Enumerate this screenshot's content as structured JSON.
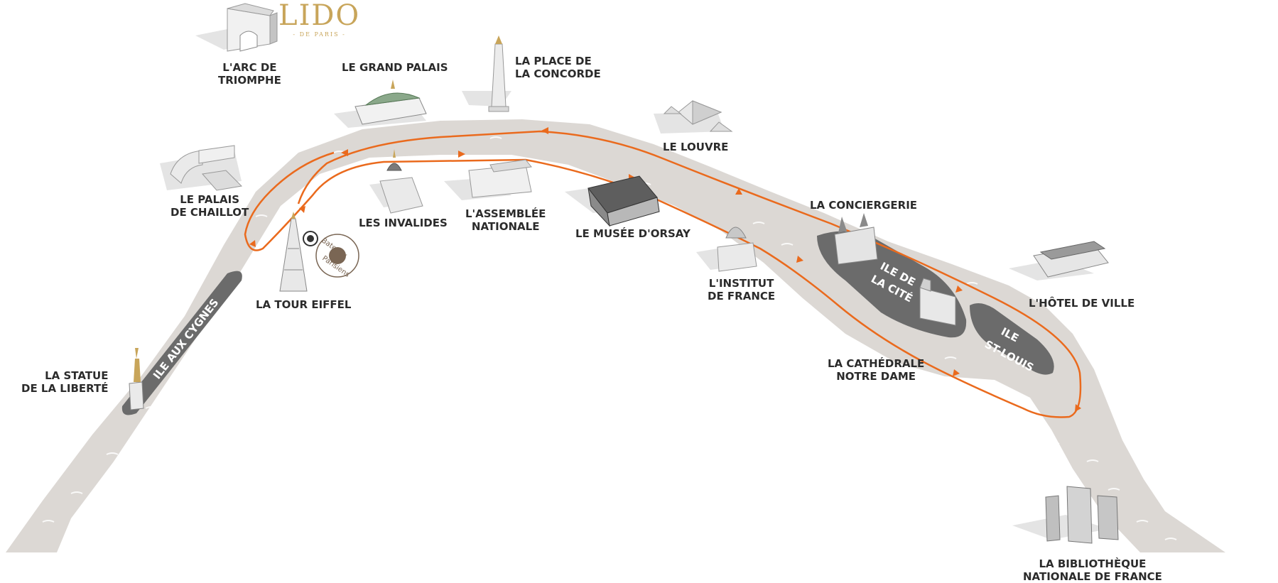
{
  "map": {
    "colors": {
      "river": "#dcd8d4",
      "island": "#6b6b6b",
      "route": "#ea6a1d",
      "shadow": "#e4e4e4",
      "gold": "#c8a55a"
    },
    "islands": {
      "cygnes": "ILE AUX CYGNES",
      "cite_line1": "ILE DE",
      "cite_line2": "LA CITÉ",
      "stlouis_line1": "ILE",
      "stlouis_line2": "ST-LOUIS"
    },
    "logo": {
      "lido_name": "LIDO",
      "lido_sub": "- DE PARIS -",
      "bateaux_line1": "Bateaux",
      "bateaux_line2": "Parisiens"
    },
    "labels": {
      "arc": [
        "L'ARC DE",
        "TRIOMPHE"
      ],
      "grand_palais": [
        "LE GRAND PALAIS"
      ],
      "concorde": [
        "LA PLACE DE",
        "LA CONCORDE"
      ],
      "louvre": [
        "LE LOUVRE"
      ],
      "chaillot": [
        "LE PALAIS",
        "DE CHAILLOT"
      ],
      "invalides": [
        "LES INVALIDES"
      ],
      "assemblee": [
        "L'ASSEMBLÉE",
        "NATIONALE"
      ],
      "orsay": [
        "LE MUSÉE D'ORSAY"
      ],
      "conciergerie": [
        "LA CONCIERGERIE"
      ],
      "institut": [
        "L'INSTITUT",
        "DE FRANCE"
      ],
      "hotel_ville": [
        "L'HÔTEL DE VILLE"
      ],
      "tour_eiffel": [
        "LA TOUR EIFFEL"
      ],
      "statue": [
        "LA STATUE",
        "DE LA LIBERTÉ"
      ],
      "notre_dame": [
        "LA CATHÉDRALE",
        "NOTRE DAME"
      ],
      "bibliotheque": [
        "LA BIBLIOTHÈQUE",
        "NATIONALE DE FRANCE"
      ]
    }
  }
}
